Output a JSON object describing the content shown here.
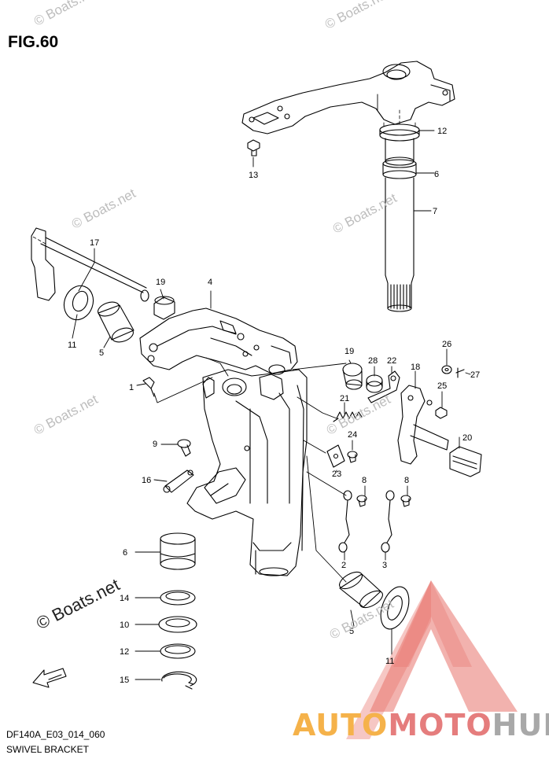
{
  "figure": {
    "title": "FIG.60",
    "code": "DF140A_E03_014_060",
    "name": "SWIVEL BRACKET"
  },
  "watermark": {
    "text": "© Boats.net"
  },
  "logo": {
    "part1": "AUTO",
    "part2": "MOTO",
    "part3": "HUB",
    "colors": {
      "auto": "#f5b24a",
      "moto": "#e57d7d",
      "hub": "#a8a8a8",
      "triangle": "#e8736c"
    }
  },
  "fwd_icon": "fwd-arrow-icon",
  "callouts": [
    "12",
    "6",
    "7",
    "13",
    "17",
    "19",
    "4",
    "11",
    "5",
    "1",
    "19",
    "28",
    "22",
    "26",
    "27",
    "18",
    "25",
    "21",
    "24",
    "20",
    "9",
    "23",
    "8",
    "8",
    "16",
    "6",
    "2",
    "3",
    "14",
    "10",
    "5",
    "11",
    "12",
    "15"
  ]
}
